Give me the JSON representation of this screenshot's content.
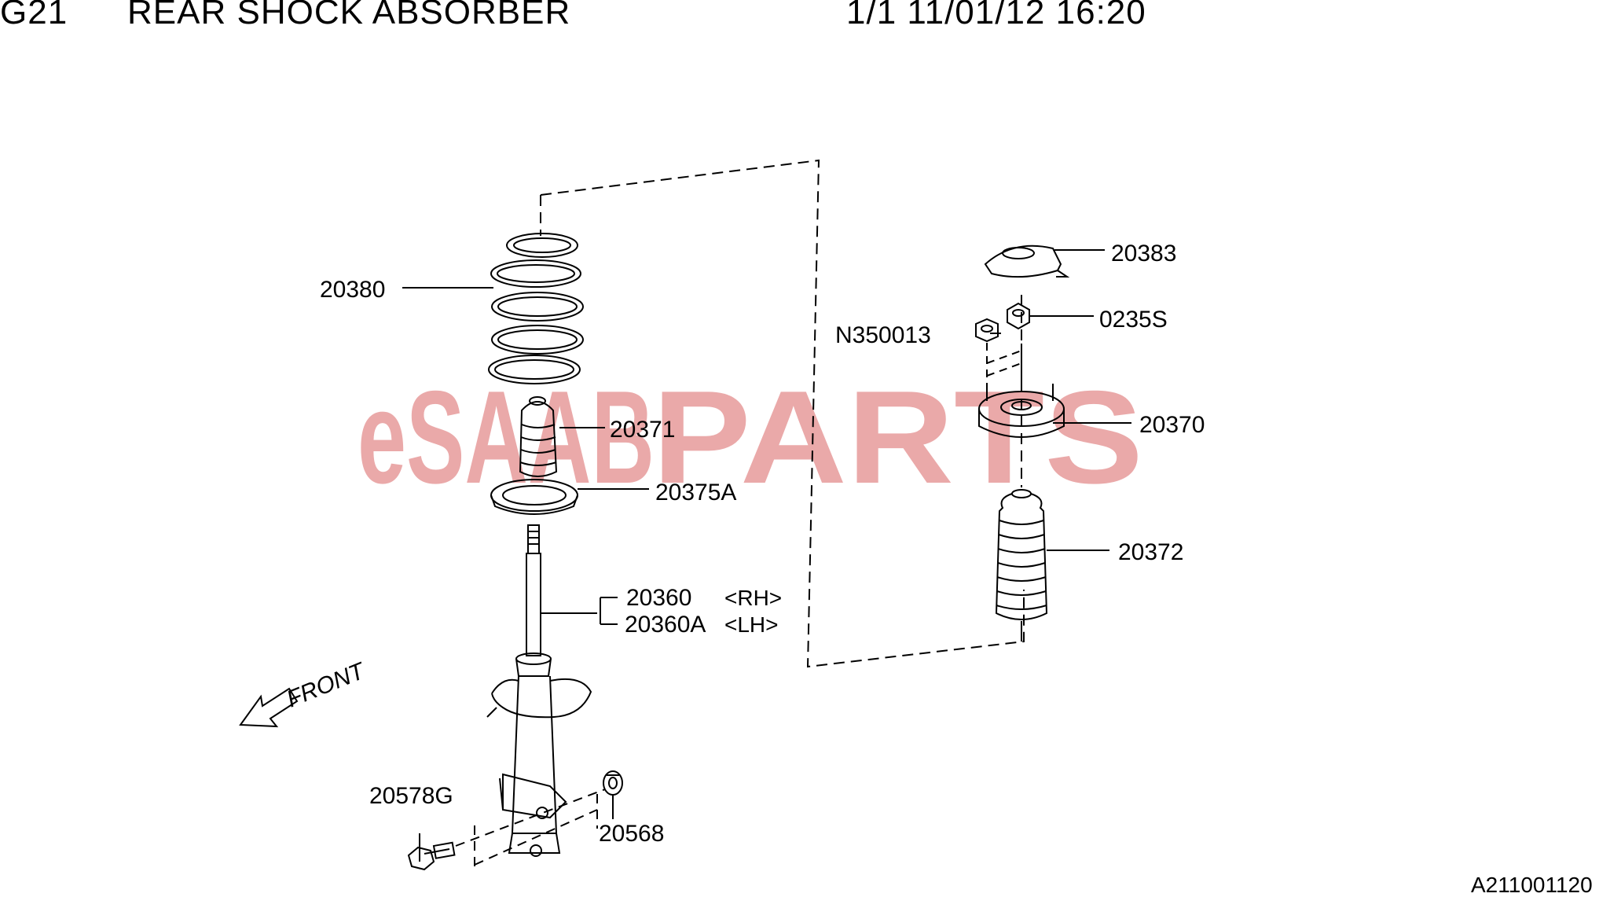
{
  "header": {
    "section_code": "G21",
    "title": "REAR SHOCK ABSORBER",
    "page_info": "1/1 11/01/12 16:20"
  },
  "watermark": {
    "prefix": "eSAAB",
    "suffix": "PARTS",
    "color": "#e8a0a0"
  },
  "parts": {
    "coil_spring": "20380",
    "bump_stop": "20371",
    "spring_seat": "20375A",
    "strut_rh": "20360",
    "strut_lh": "20360A",
    "rh_tag": "<RH>",
    "lh_tag": "<LH>",
    "top_cap": "20383",
    "nut_flange": "N350013",
    "nut_top": "0235S",
    "strut_mount": "20370",
    "dust_boot": "20372",
    "bolt": "20578G",
    "nut_bottom": "20568"
  },
  "front_label": "FRONT",
  "diagram_code": "A211001120",
  "colors": {
    "line": "#000000",
    "watermark": "#e8a0a0"
  }
}
